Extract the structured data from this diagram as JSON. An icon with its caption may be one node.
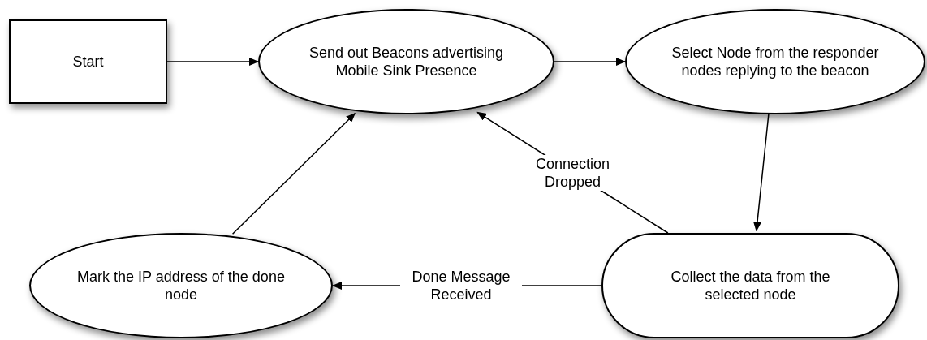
{
  "diagram": {
    "nodes": [
      {
        "text": [
          "Start"
        ]
      },
      {
        "text": [
          "Send out Beacons advertising Mobile Sink Presence"
        ]
      },
      {
        "text": [
          "Select Node from the responder nodes replying to the beacon"
        ]
      },
      {
        "text": [
          "Collect the data from the selected node"
        ]
      },
      {
        "text": [
          "Mark the IP address of the done node"
        ]
      }
    ],
    "edges": [
      {
        "from": 0,
        "to": 1,
        "arrow": "to"
      },
      {
        "from": 1,
        "to": 2,
        "arrow": "to"
      },
      {
        "from": 2,
        "to": 3,
        "arrow": "to"
      },
      {
        "from": 3,
        "to": 1,
        "arrow": "to",
        "label": "Connection Dropped"
      },
      {
        "from": 3,
        "to": 4,
        "arrow": "to",
        "label": "Done Message Received"
      },
      {
        "from": 4,
        "to": 1,
        "arrow": "to"
      }
    ]
  }
}
